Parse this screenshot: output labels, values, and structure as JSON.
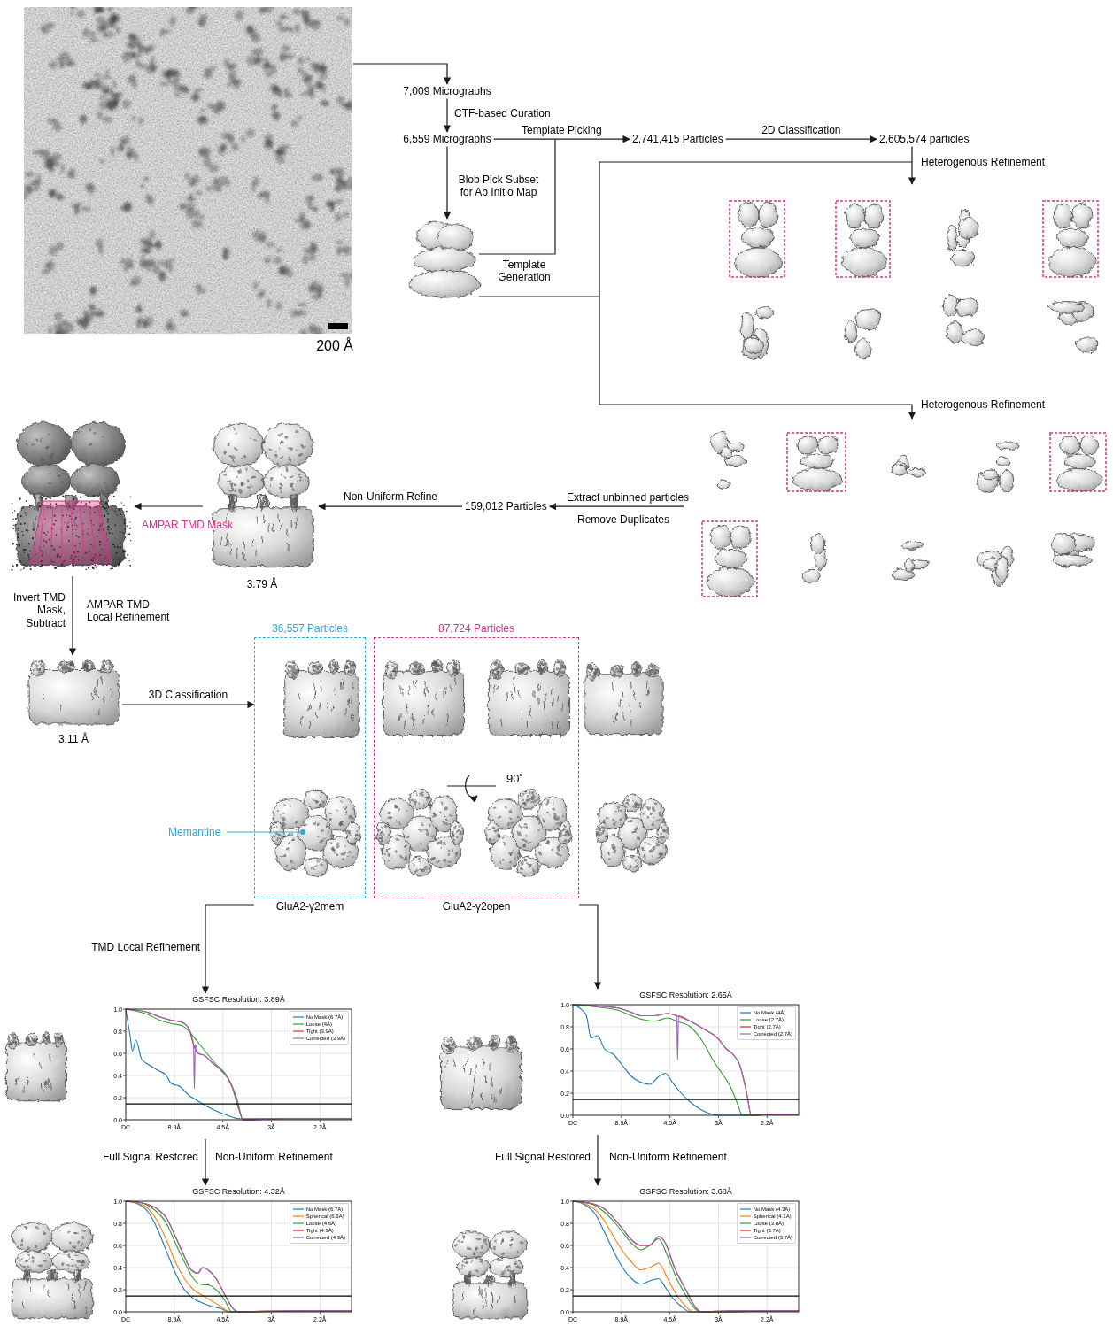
{
  "diagram": {
    "nodes": [
      {
        "text": [
          "200 Å"
        ]
      },
      {
        "text": [
          "7,009 Micrographs"
        ]
      },
      {
        "text": [
          "6,559 Micrographs"
        ]
      },
      {
        "text": [
          "2,741,415 Particles"
        ]
      },
      {
        "text": [
          "2,605,574 particles"
        ]
      },
      {
        "text": [
          "159,012 Particles"
        ]
      },
      {
        "text": [
          "3.79 Å"
        ]
      },
      {
        "text": [
          "3.11 Å"
        ]
      },
      {
        "text": [
          "36,557 Particles",
          "GluA2-γ2mem"
        ]
      },
      {
        "text": [
          "87,724 Particles",
          "GluA2-γ2open"
        ]
      },
      {
        "text": [
          "GSFSC Resolution: 3.89Å"
        ]
      },
      {
        "text": [
          "GSFSC Resolution: 2.65Å"
        ]
      },
      {
        "text": [
          "GSFSC Resolution: 4.32Å"
        ]
      },
      {
        "text": [
          "GSFSC Resolution: 3.68Å"
        ]
      }
    ],
    "edges": [
      {
        "from": 0,
        "to": 1,
        "arrow": "to"
      },
      {
        "from": 1,
        "to": 2,
        "label": "CTF-based Curation",
        "arrow": "to"
      },
      {
        "from": 2,
        "to": 3,
        "label": "Template Picking",
        "arrow": "to"
      },
      {
        "from": 3,
        "to": 4,
        "label": "2D Classification",
        "arrow": "to"
      },
      {
        "from": 5,
        "to": 6,
        "label": "Non-Uniform Refine",
        "arrow": "to"
      },
      {
        "from": 7,
        "to": 8,
        "label": "3D Classification",
        "arrow": "to"
      },
      {
        "from": 8,
        "to": 10,
        "label": "TMD Local Refinement",
        "arrow": "to"
      },
      {
        "from": 9,
        "to": 11,
        "arrow": "to"
      },
      {
        "from": 10,
        "to": 12,
        "label": "Full Signal Restored",
        "arrow": "to"
      },
      {
        "from": 11,
        "to": 13,
        "label": "Full Signal Restored",
        "arrow": "to"
      }
    ],
    "labels": [
      "Blob Pick Subset for Ab Initio Map",
      "Template Generation",
      "Heterogenous Refinement",
      "Heterogenous Refinement",
      "Extract unbinned particles",
      "Remove Duplicates",
      "AMPAR TMD Mask",
      "Invert TMD Mask, Subtract",
      "AMPAR TMD Local Refinement",
      "90˚",
      "Memantine",
      "Non-Uniform Refinement",
      "Non-Uniform Refinement",
      "1.0",
      "0.8",
      "0.6",
      "0.4",
      "0.2",
      "0.0",
      "DC",
      "8.9Å",
      "4.5Å",
      "3Å",
      "2.2Å",
      "1.0",
      "0.8",
      "0.6",
      "0.4",
      "0.2",
      "0.0",
      "DC",
      "8.9Å",
      "4.5Å",
      "3Å",
      "2.2Å",
      "1.0",
      "0.8",
      "0.6",
      "0.4",
      "0.2",
      "0.0",
      "DC",
      "8.9Å",
      "4.5Å",
      "3Å",
      "2.2Å",
      "1.0",
      "0.8",
      "0.6",
      "0.4",
      "0.2",
      "0.0",
      "DC",
      "8.9Å",
      "4.5Å",
      "3Å",
      "2.2Å"
    ],
    "legend": [
      {
        "text": "No Mask (6.7Å)"
      },
      {
        "text": "Loose (4Å)"
      },
      {
        "text": "Tight (3.9Å)"
      },
      {
        "text": "Corrected (3.9Å)"
      },
      {
        "text": "No Mask (4Å)"
      },
      {
        "text": "Loose (2.7Å)"
      },
      {
        "text": "Tight (2.7Å)"
      },
      {
        "text": "Corrected (2.7Å)"
      },
      {
        "text": "No Mask (6.7Å)"
      },
      {
        "text": "Spherical (6.3Å)"
      },
      {
        "text": "Loose (4.6Å)"
      },
      {
        "text": "Tight (4.3Å)"
      },
      {
        "text": "Corrected (4.3Å)"
      },
      {
        "text": "No Mask (4.3Å)"
      },
      {
        "text": "Spherical (4.1Å)"
      },
      {
        "text": "Loose (3.8Å)"
      },
      {
        "text": "Tight (3.7Å)"
      },
      {
        "text": "Corrected (3.7Å)"
      }
    ]
  }
}
